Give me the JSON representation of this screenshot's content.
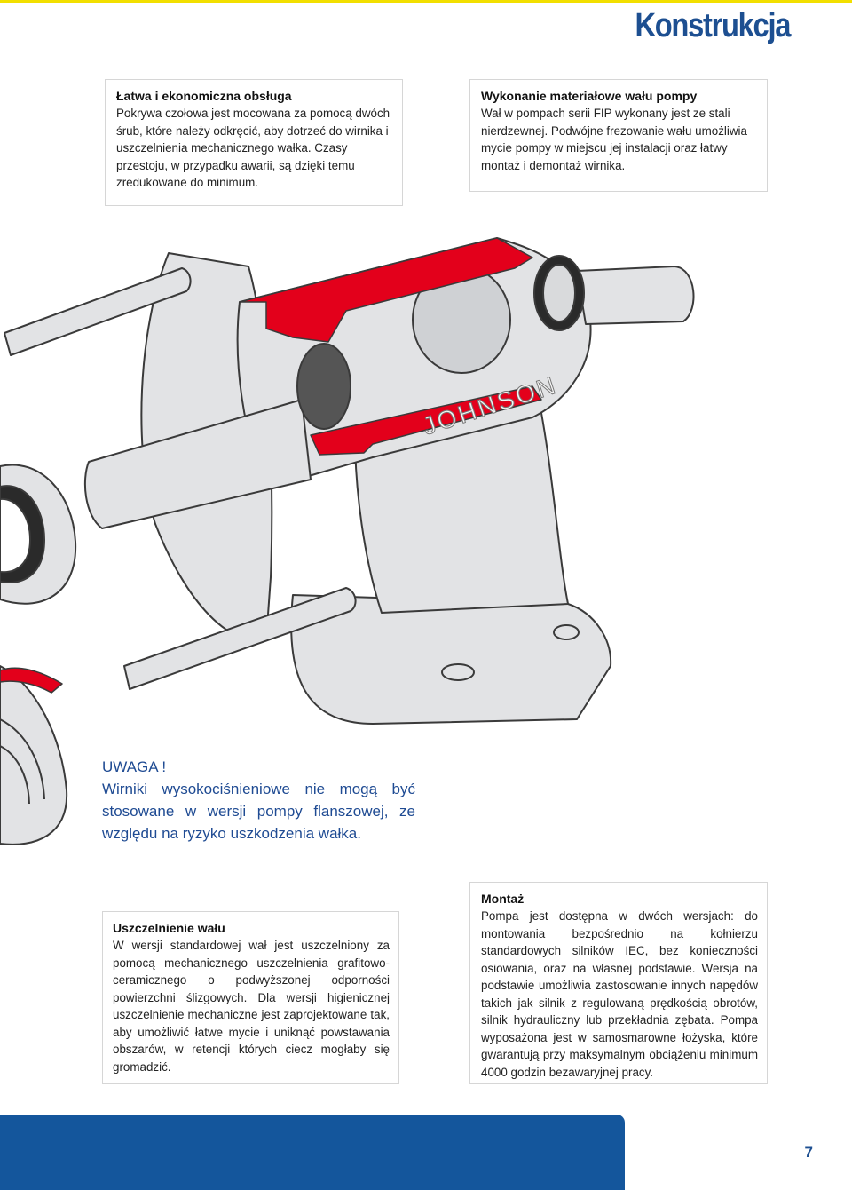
{
  "page": {
    "title": "Konstrukcja",
    "page_number": "7",
    "accent_color": "#1d4f91",
    "band_color": "#14569c",
    "top_band_color": "#f2df00",
    "section_color": "#e3001b"
  },
  "boxes": {
    "service": {
      "heading": "Łatwa i ekonomiczna obsługa",
      "text": "Pokrywa czołowa jest mocowana za pomocą dwóch śrub, które należy odkręcić, aby dotrzeć do wirnika i uszczelnienia mechanicznego wałka. Czasy przestoju, w przypadku awarii, są dzięki temu zredukowane do minimum."
    },
    "shaft_material": {
      "heading": "Wykonanie materiałowe wału pompy",
      "text": "Wał w pompach serii FIP wykonany jest ze stali nierdzewnej. Podwójne frezowanie wału umożliwia mycie pompy w miejscu jej instalacji oraz łatwy montaż i demontaż wirnika."
    },
    "shaft_seal": {
      "heading": "Uszczelnienie wału",
      "text": "W wersji standardowej wał jest uszczelniony za pomocą mechanicznego uszczelnienia grafitowo-ceramicznego o podwyższonej odporności powierzchni ślizgowych. Dla wersji higienicznej uszczelnienie mechaniczne jest zaprojektowane tak, aby umożliwić łatwe mycie i uniknąć powstawania obszarów, w retencji których ciecz mogłaby się gromadzić."
    },
    "mounting": {
      "heading": "Montaż",
      "text": "Pompa jest dostępna w dwóch wersjach: do montowania bezpośrednio na kołnierzu standardowych silników IEC, bez konieczności osiowania, oraz na własnej podstawie. Wersja na podstawie umożliwia zastosowanie innych napędów takich jak silnik z regulowaną prędkością obrotów, silnik hydrauliczny lub przekładnia zębata. Pompa wyposażona jest w samosmarowne łożyska, które gwarantują przy maksymalnym obciążeniu minimum 4000 godzin bezawaryjnej pracy."
    }
  },
  "warning": {
    "title": "UWAGA !",
    "text": "Wirniki wysokociśnieniowe nie mogą być stosowane w wersji pompy flanszowej, ze względu na ryzyko uszkodzenia wałka."
  },
  "illustration": {
    "brand_mark": "JOHNSON"
  }
}
